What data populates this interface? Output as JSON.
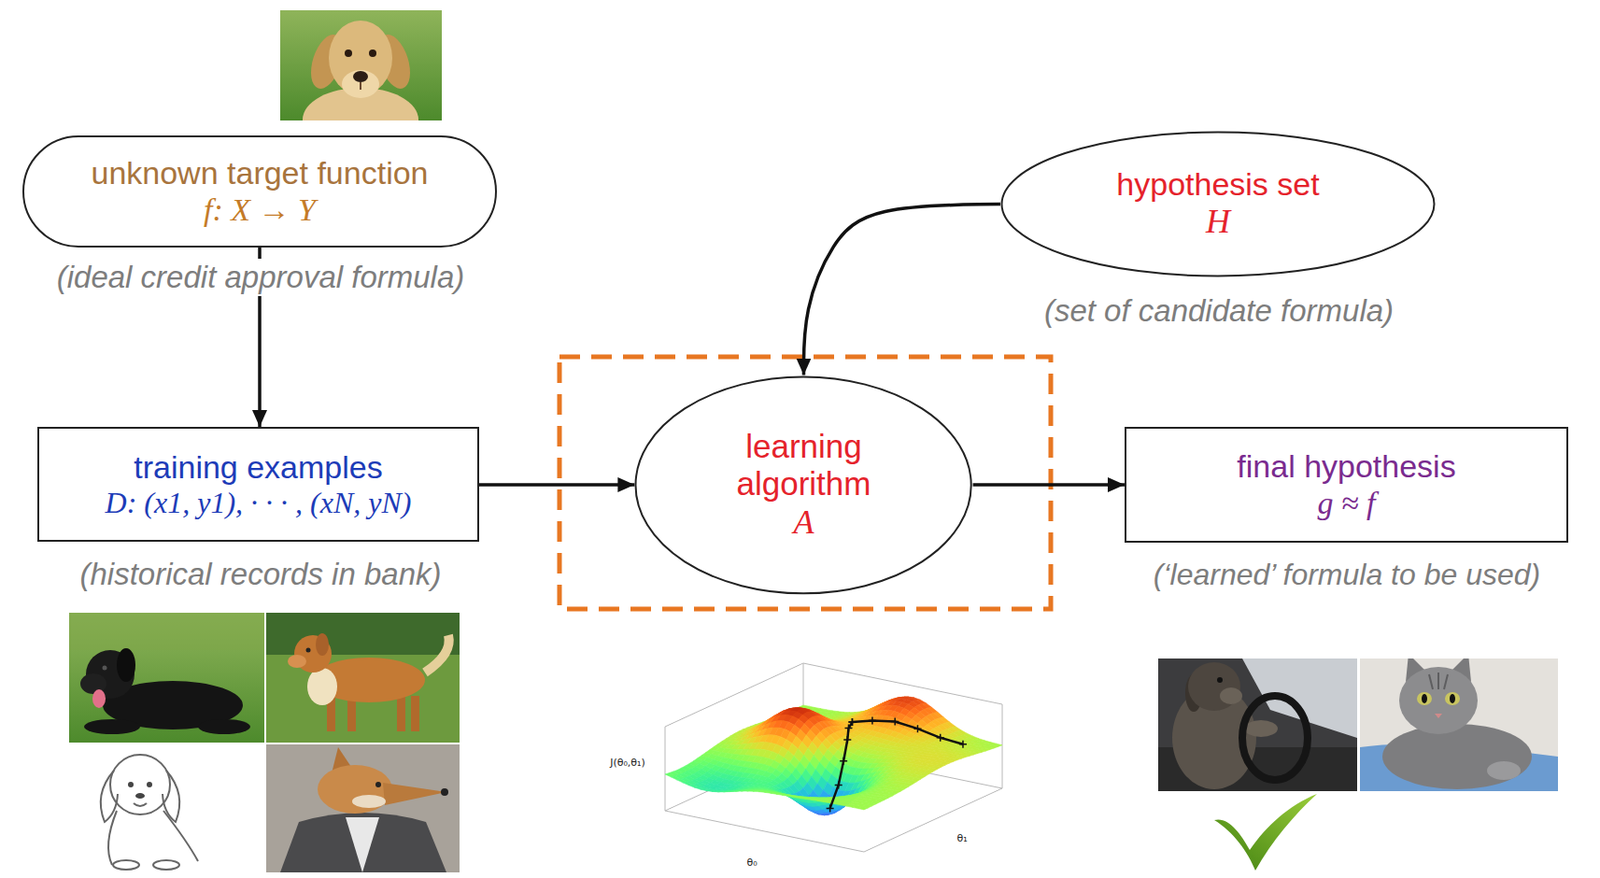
{
  "diagram": {
    "nodes": [
      {
        "text": [
          "unknown target function",
          "f: X → Y"
        ]
      },
      {
        "text": [
          "hypothesis set",
          "H"
        ]
      },
      {
        "text": [
          "training examples",
          "D: (x1, y1), · · · , (xN, yN)"
        ]
      },
      {
        "text": [
          "learning algorithm",
          "A"
        ]
      },
      {
        "text": [
          "final hypothesis",
          "g ≈ f"
        ]
      }
    ],
    "edges": [
      {
        "from": 0,
        "to": 2,
        "arrow": "to"
      },
      {
        "from": 1,
        "to": 3,
        "arrow": "to"
      },
      {
        "from": 2,
        "to": 3,
        "arrow": "to"
      },
      {
        "from": 3,
        "to": 4,
        "arrow": "to"
      }
    ],
    "labels": [
      "(ideal credit approval formula)",
      "(set of candidate formula)",
      "(historical records in bank)",
      "(‘learned’ formula to be used)",
      "J(θ₀,θ₁)",
      "θ₀",
      "θ₁"
    ]
  }
}
